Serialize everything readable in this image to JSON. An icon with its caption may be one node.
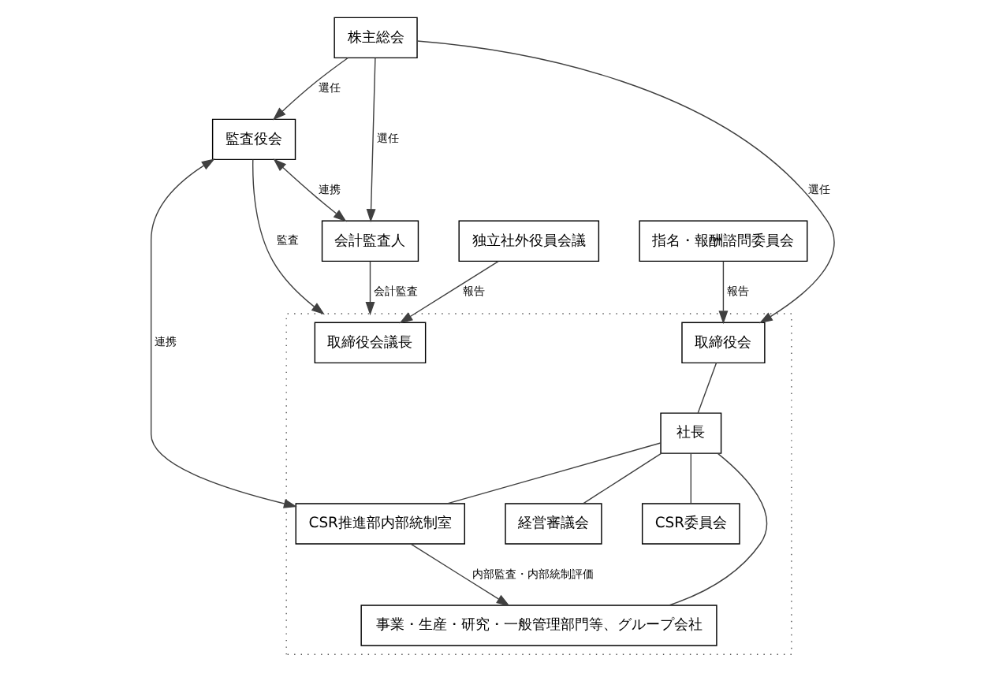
{
  "diagram": {
    "nodes": [
      {
        "text": [
          "株主総会"
        ]
      },
      {
        "text": [],
        "shape": "box"
      },
      {
        "text": [
          "取締役会議長"
        ],
        "in": 1
      },
      {
        "text": [
          "取締役会"
        ],
        "in": 1
      },
      {
        "text": [
          "社長"
        ],
        "in": 1
      },
      {
        "text": [
          "経営審議会"
        ],
        "in": 1
      },
      {
        "text": [
          "CSR委員会"
        ],
        "in": 1
      },
      {
        "text": [
          "事業・生産・研究・一般管理部門等、グループ会社"
        ],
        "in": 1
      },
      {
        "text": [
          "CSR推進部内部統制室"
        ],
        "in": 1
      },
      {
        "text": [
          "独立社外役員会議"
        ]
      },
      {
        "text": [
          "指名・報酬諮問委員会"
        ]
      },
      {
        "text": [
          "監査役会"
        ]
      },
      {
        "text": [
          "会計監査人"
        ]
      }
    ],
    "edges": [
      {
        "from": 0,
        "to": 3,
        "arrow": "to",
        "label": "選任"
      },
      {
        "from": 9,
        "to": 2,
        "arrow": "to",
        "label": "報告"
      },
      {
        "from": 10,
        "to": 3,
        "arrow": "to",
        "label": "報告"
      },
      {
        "from": 3,
        "to": 4,
        "arrow": "none"
      },
      {
        "from": 4,
        "to": 5,
        "arrow": "none"
      },
      {
        "from": 4,
        "to": 6,
        "arrow": "none"
      },
      {
        "from": 4,
        "to": 7,
        "arrow": "none"
      },
      {
        "from": 4,
        "to": 8,
        "arrow": "none"
      },
      {
        "from": 0,
        "to": 11,
        "arrow": "to",
        "label": "選任"
      },
      {
        "from": 0,
        "to": 12,
        "arrow": "to",
        "label": "選任"
      },
      {
        "from": 11,
        "to": 1,
        "arrow": "to",
        "label": "監査"
      },
      {
        "from": 11,
        "to": 8,
        "arrow": "both",
        "label": "連携"
      },
      {
        "from": 11,
        "to": 12,
        "arrow": "both",
        "label": "連携"
      },
      {
        "from": 12,
        "to": 1,
        "arrow": "to",
        "label": "会計監査"
      },
      {
        "from": 8,
        "to": 7,
        "arrow": "to",
        "label": "内部監査・内部統制評価"
      }
    ]
  }
}
